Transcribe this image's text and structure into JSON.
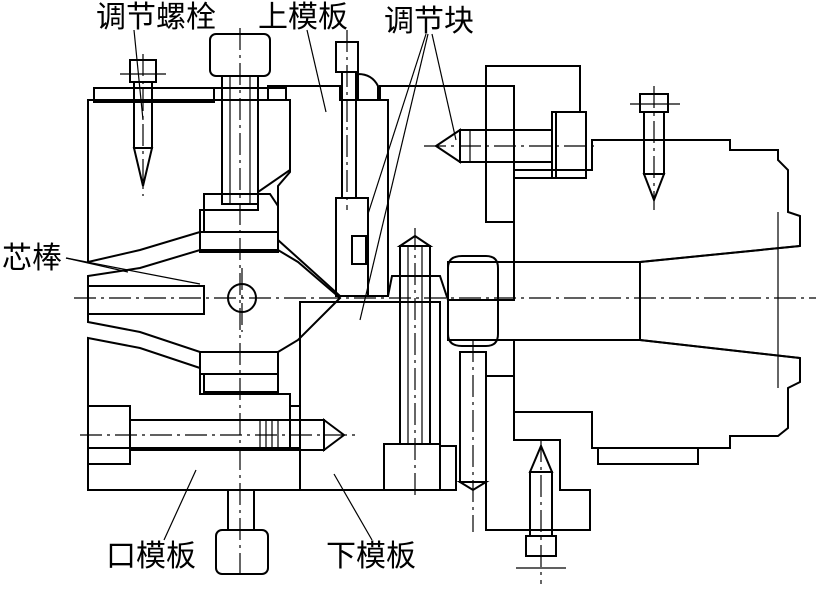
{
  "labels": {
    "adjusting_bolt": "调节螺栓",
    "upper_die_plate": "上模板",
    "adjusting_block": "调节块",
    "core_rod": "芯棒",
    "die_lip_plate": "口模板",
    "lower_die_plate": "下模板"
  },
  "colors": {
    "line": "#000000",
    "background": "#ffffff"
  }
}
